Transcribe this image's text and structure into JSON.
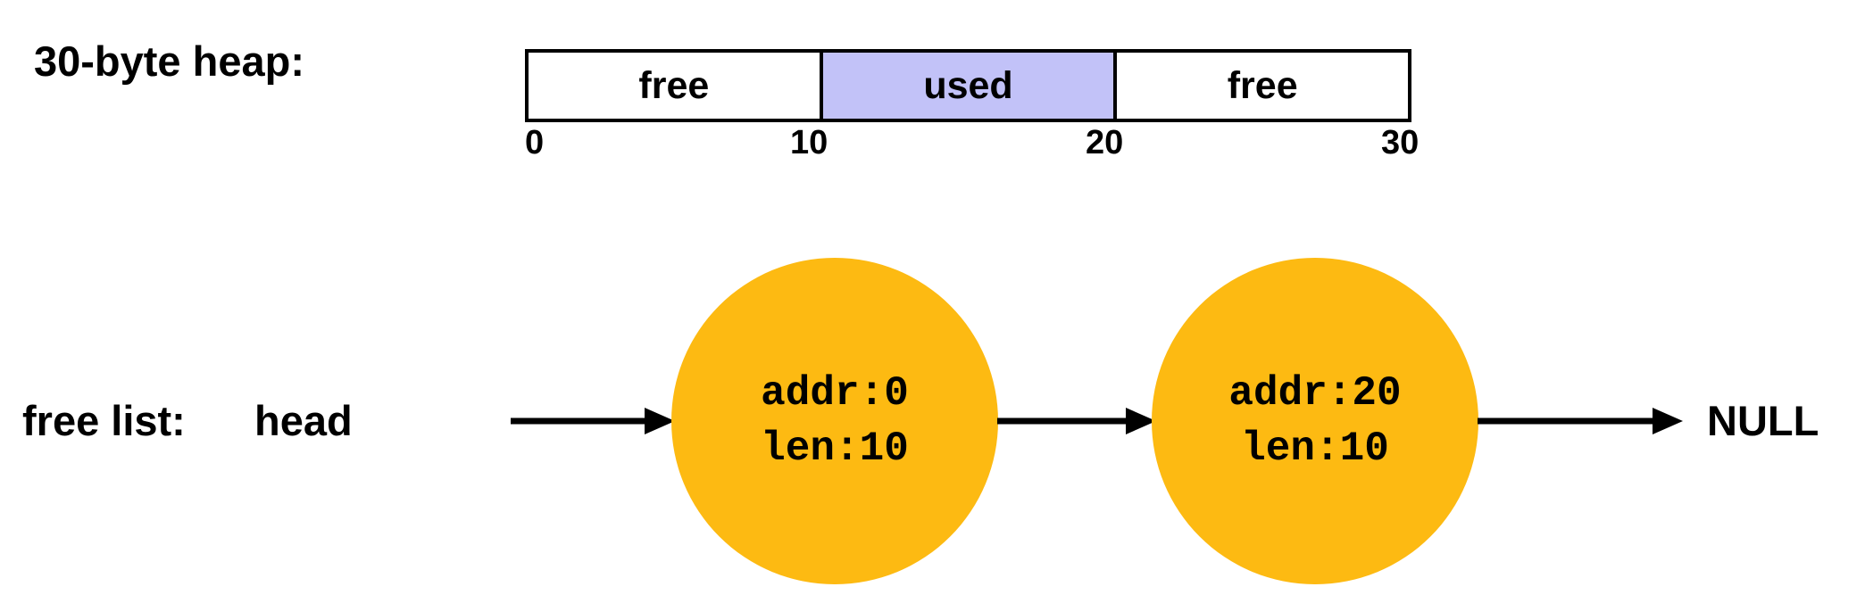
{
  "diagram": {
    "title_row_label": "30-byte heap:",
    "freelist_row_label": "free list:",
    "head_label": "head",
    "null_label": "NULL",
    "colors": {
      "used_block": "#C2C2F8",
      "free_block": "#FFFFFF",
      "node_fill": "#FDBA12",
      "stroke": "#000000",
      "background": "#FFFFFF"
    }
  },
  "heap": {
    "total_bytes": 30,
    "segments": [
      {
        "label": "free",
        "start": 0,
        "end": 10,
        "state": "free"
      },
      {
        "label": "used",
        "start": 10,
        "end": 20,
        "state": "used"
      },
      {
        "label": "free",
        "start": 20,
        "end": 30,
        "state": "free"
      }
    ],
    "ticks": [
      {
        "label": "0",
        "value": 0
      },
      {
        "label": "10",
        "value": 10
      },
      {
        "label": "20",
        "value": 20
      },
      {
        "label": "30",
        "value": 30
      }
    ]
  },
  "free_list": {
    "head_label": "head",
    "terminator": "NULL",
    "nodes": [
      {
        "addr_line": "addr:0",
        "len_line": "len:10",
        "addr": 0,
        "len": 10
      },
      {
        "addr_line": "addr:20",
        "len_line": "len:10",
        "addr": 20,
        "len": 10
      }
    ],
    "arrows": [
      {
        "from": "head",
        "to": "node-0"
      },
      {
        "from": "node-0",
        "to": "node-1"
      },
      {
        "from": "node-1",
        "to": "NULL"
      }
    ]
  }
}
